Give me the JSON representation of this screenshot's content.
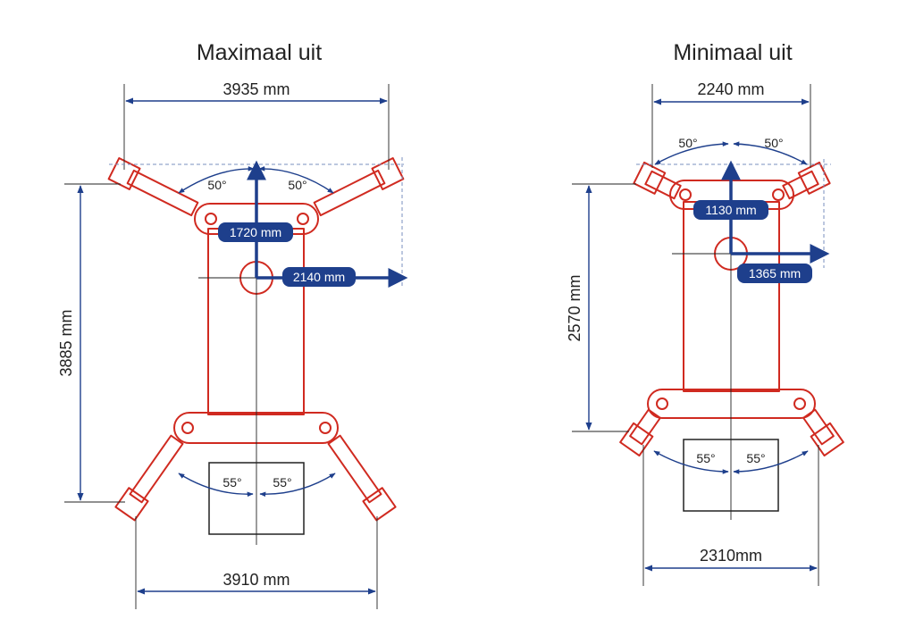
{
  "left": {
    "title": "Maximaal uit",
    "width_top": "3935 mm",
    "width_bottom": "3910 mm",
    "height": "3885 mm",
    "arm_front_length": "1720 mm",
    "arm_side_reach": "2140 mm",
    "angle_top_left": "50°",
    "angle_top_right": "50°",
    "angle_bottom_left": "55°",
    "angle_bottom_right": "55°"
  },
  "right": {
    "title": "Minimaal uit",
    "width_top": "2240 mm",
    "width_bottom": "2310mm",
    "height": "2570 mm",
    "arm_front_length": "1130 mm",
    "arm_side_reach": "1365 mm",
    "angle_top_left": "50°",
    "angle_top_right": "50°",
    "angle_bottom_left": "55°",
    "angle_bottom_right": "55°"
  },
  "colors": {
    "lift_outline": "#d02a20",
    "dimension_line": "#1e3f8c",
    "badge_fill": "#1e3f8c",
    "ink": "#222222",
    "guide_dashed": "#7a8fbf"
  }
}
